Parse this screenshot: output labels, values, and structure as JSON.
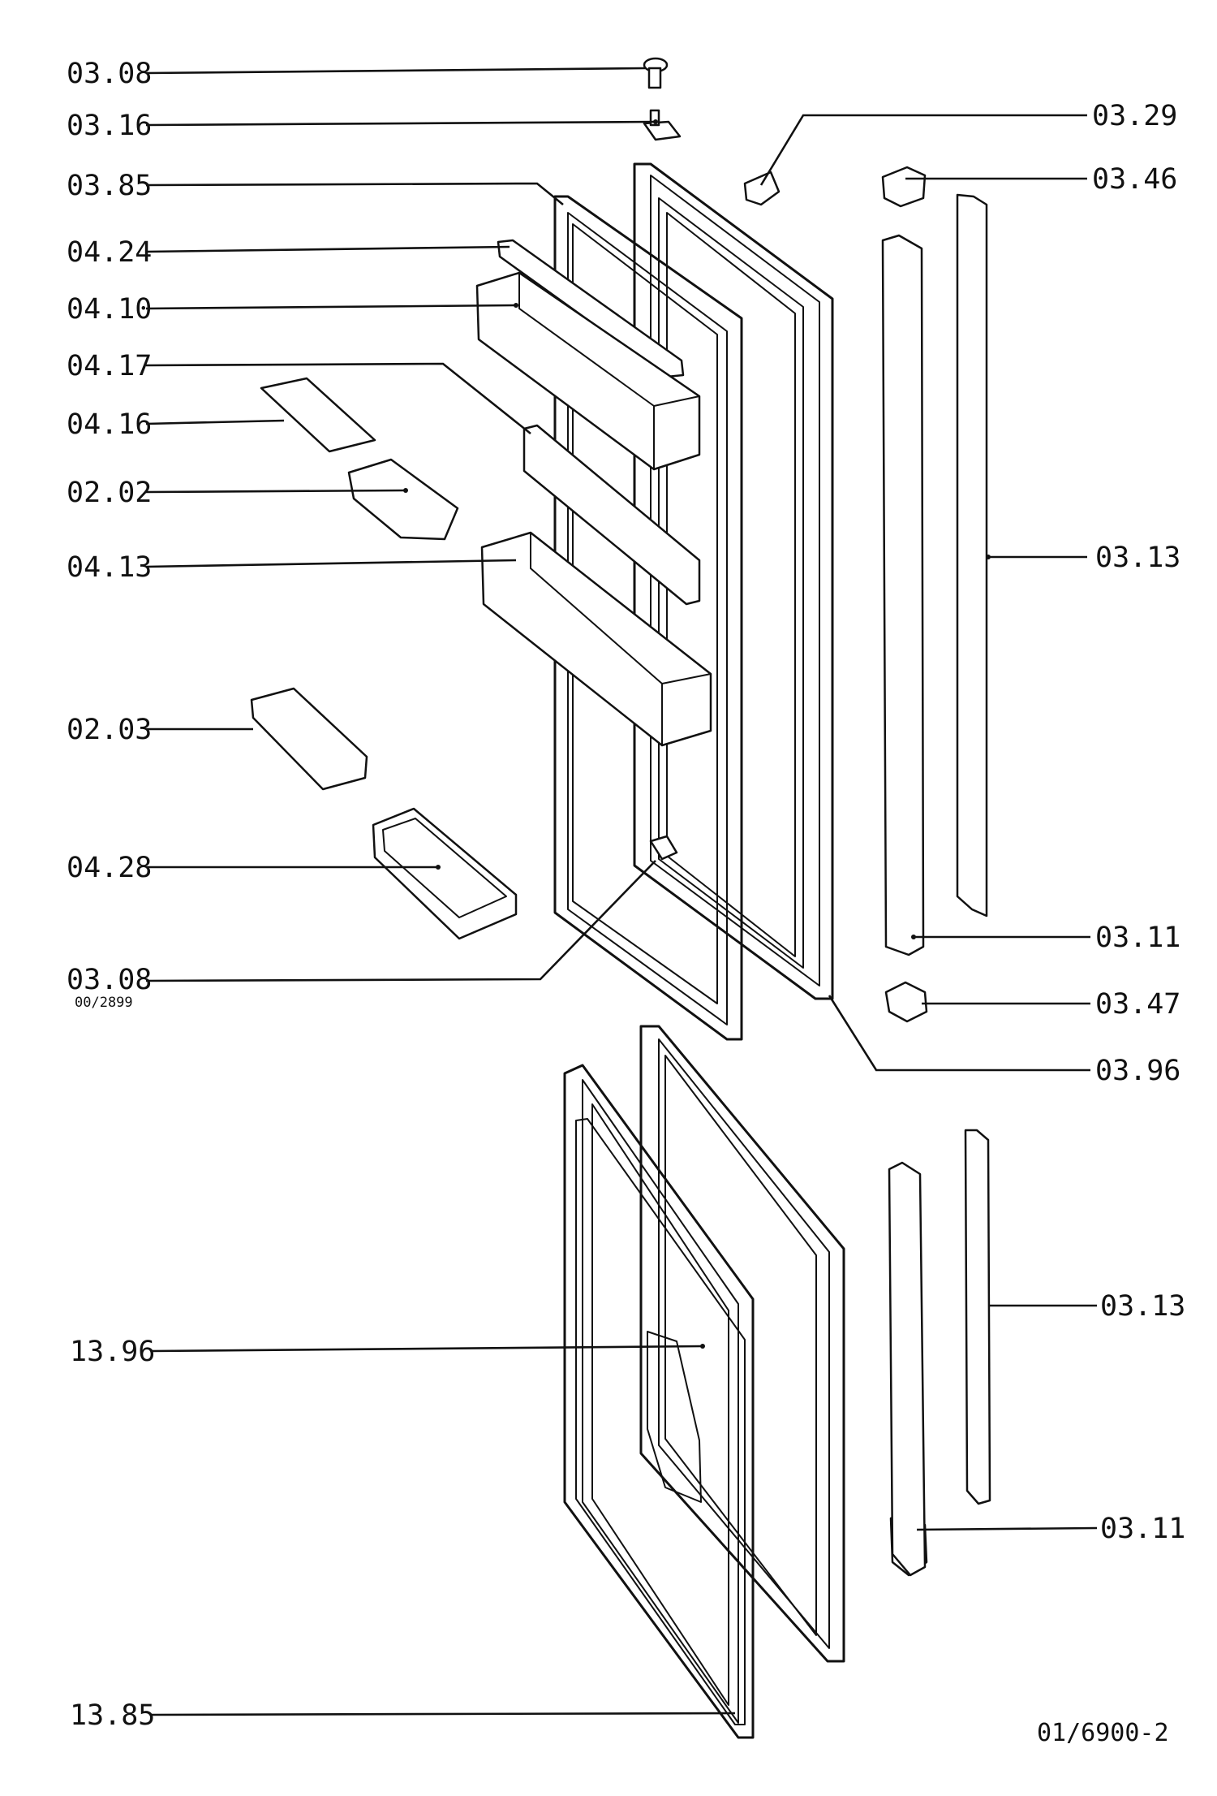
{
  "diagram": {
    "drawing_number": "01/6900-2",
    "sub_reference": "00/2899",
    "left_callouts": [
      {
        "id": "03.08"
      },
      {
        "id": "03.16"
      },
      {
        "id": "03.85"
      },
      {
        "id": "04.24"
      },
      {
        "id": "04.10"
      },
      {
        "id": "04.17"
      },
      {
        "id": "04.16"
      },
      {
        "id": "02.02"
      },
      {
        "id": "04.13"
      },
      {
        "id": "02.03"
      },
      {
        "id": "04.28"
      },
      {
        "id": "03.08"
      },
      {
        "id": "13.96"
      },
      {
        "id": "13.85"
      }
    ],
    "right_callouts": [
      {
        "id": "03.29"
      },
      {
        "id": "03.46"
      },
      {
        "id": "03.13"
      },
      {
        "id": "03.11"
      },
      {
        "id": "03.47"
      },
      {
        "id": "03.96"
      },
      {
        "id": "03.13"
      },
      {
        "id": "03.11"
      }
    ]
  }
}
